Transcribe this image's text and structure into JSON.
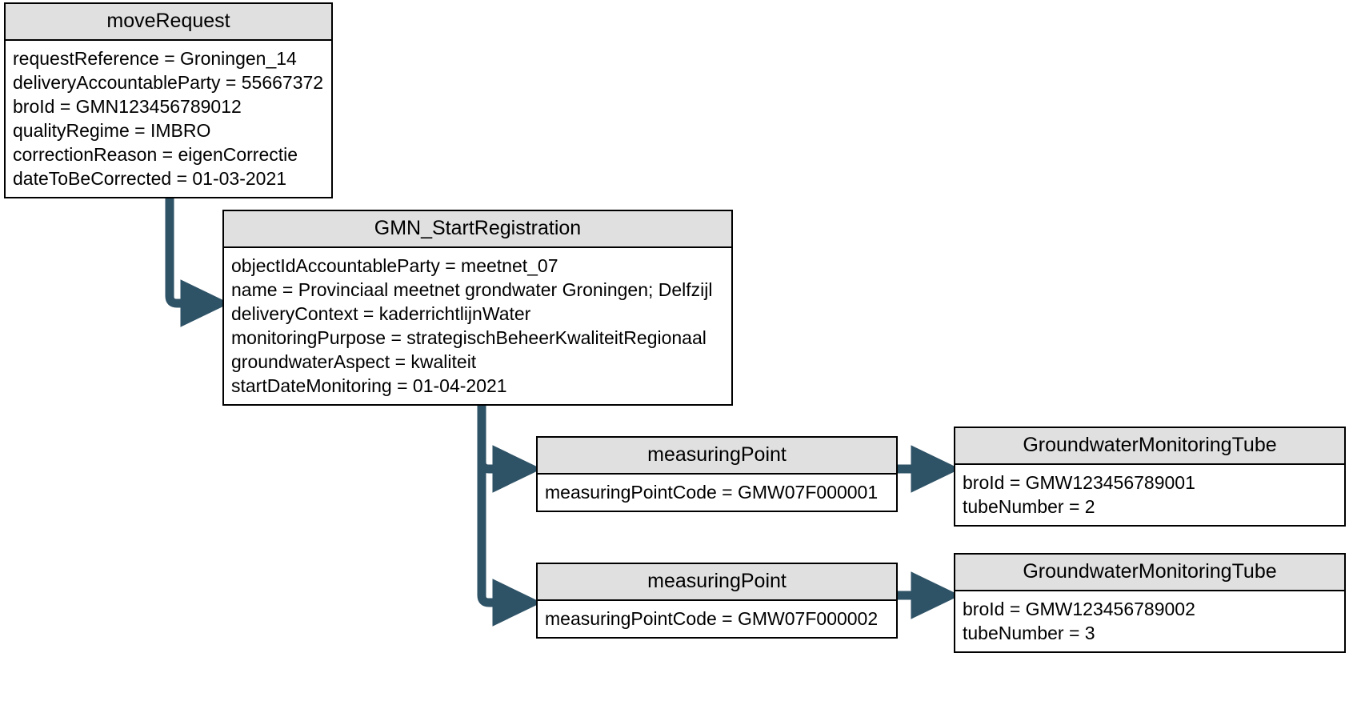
{
  "diagram": {
    "type": "uml-object-diagram",
    "accent_color": "#2e5266",
    "header_fill": "#e0e0e0",
    "border_color": "#000000",
    "background": "#ffffff"
  },
  "boxes": {
    "move_request": {
      "title": "moveRequest",
      "attributes": [
        "requestReference = Groningen_14",
        "deliveryAccountableParty = 55667372",
        "broId = GMN123456789012",
        "qualityRegime = IMBRO",
        "correctionReason = eigenCorrectie",
        "dateToBeCorrected = 01-03-2021"
      ]
    },
    "gmn_start_registration": {
      "title": "GMN_StartRegistration",
      "attributes": [
        "objectIdAccountableParty = meetnet_07",
        "name = Provinciaal meetnet grondwater Groningen; Delfzijl",
        "deliveryContext = kaderrichtlijnWater",
        "monitoringPurpose = strategischBeheerKwaliteitRegionaal",
        "groundwaterAspect = kwaliteit",
        "startDateMonitoring = 01-04-2021"
      ]
    },
    "measuring_point_1": {
      "title": "measuringPoint",
      "attributes": [
        "measuringPointCode = GMW07F000001"
      ]
    },
    "measuring_point_2": {
      "title": "measuringPoint",
      "attributes": [
        "measuringPointCode = GMW07F000002"
      ]
    },
    "tube_1": {
      "title": "GroundwaterMonitoringTube",
      "attributes": [
        "broId = GMW123456789001",
        "tubeNumber = 2"
      ]
    },
    "tube_2": {
      "title": "GroundwaterMonitoringTube",
      "attributes": [
        "broId = GMW123456789002",
        "tubeNumber = 3"
      ]
    }
  },
  "connections": [
    {
      "name": "move-request-to-gmn",
      "from": "move_request",
      "to": "gmn_start_registration"
    },
    {
      "name": "gmn-to-measuring-point-1",
      "from": "gmn_start_registration",
      "to": "measuring_point_1"
    },
    {
      "name": "gmn-to-measuring-point-2",
      "from": "gmn_start_registration",
      "to": "measuring_point_2"
    },
    {
      "name": "measuring-point-1-to-tube-1",
      "from": "measuring_point_1",
      "to": "tube_1"
    },
    {
      "name": "measuring-point-2-to-tube-2",
      "from": "measuring_point_2",
      "to": "tube_2"
    }
  ]
}
